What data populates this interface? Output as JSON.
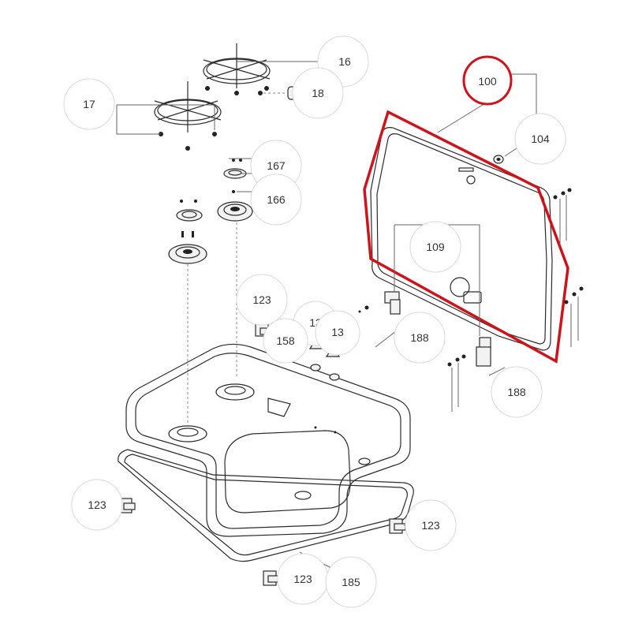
{
  "callouts": {
    "c16": "16",
    "c18": "18",
    "c17": "17",
    "c167": "167",
    "c166": "166",
    "c100": "100",
    "c104": "104",
    "c109": "109",
    "c123a": "123",
    "c13a": "13",
    "c13b": "13",
    "c158": "158",
    "c188a": "188",
    "c188b": "188",
    "c123b": "123",
    "c123c": "123",
    "c123d": "123",
    "c185": "185"
  },
  "colors": {
    "highlight": "#d0121b",
    "line": "#2b2b2b",
    "callout_border": "#d9d9d9"
  }
}
